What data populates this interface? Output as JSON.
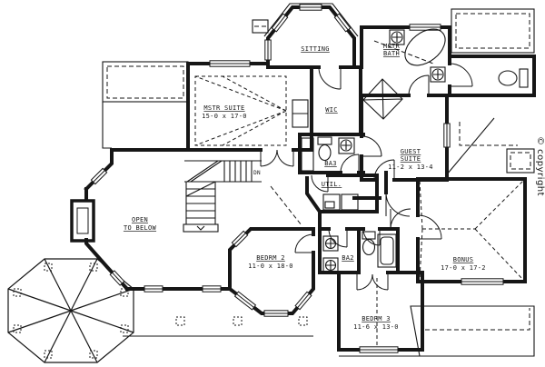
{
  "plan": {
    "rooms": {
      "sitting": {
        "name": "SITTING"
      },
      "mstr_bath": {
        "line1": "MSTR",
        "line2": "BATH"
      },
      "mstr_suite": {
        "name": "MSTR SUITE",
        "dims": "15-0 x 17-0"
      },
      "wic": {
        "name": "WIC"
      },
      "guest_suite": {
        "line1": "GUEST",
        "line2": "SUITE",
        "dims": "11-2 x 13-4"
      },
      "ba3": {
        "name": "BA3"
      },
      "util": {
        "name": "UTIL."
      },
      "open_below": {
        "line1": "OPEN",
        "line2": "TO BELOW"
      },
      "bedrm2": {
        "name": "BEDRM 2",
        "dims": "11-0 x 18-0"
      },
      "ba2": {
        "name": "BA2"
      },
      "bedrm3": {
        "name": "BEDRM 3",
        "dims": "11-6 x 13-0"
      },
      "bonus": {
        "name": "BONUS",
        "dims": "17-0 x 17-2"
      }
    },
    "annotations": {
      "stairs": "DN",
      "copyright": "© copyright"
    },
    "colors": {
      "ink": "#161616",
      "paper": "#ffffff"
    }
  }
}
